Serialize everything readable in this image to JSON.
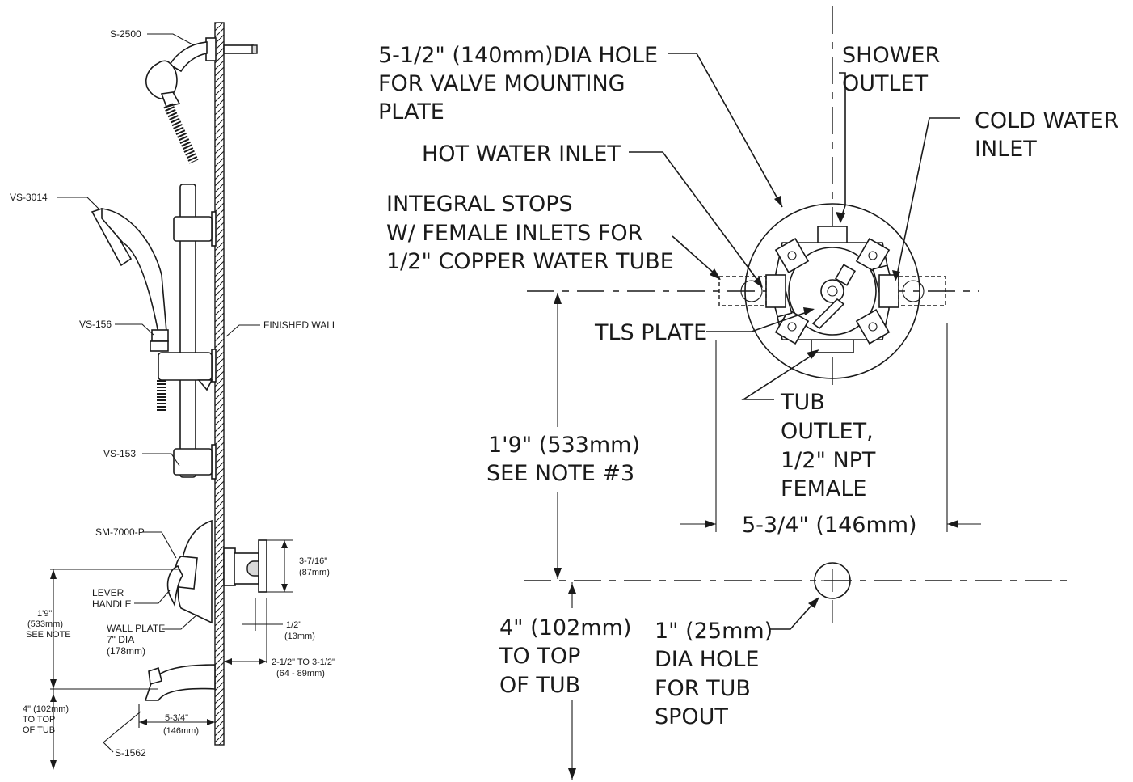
{
  "left_diagram": {
    "s2500": "S-2500",
    "vs3014": "VS-3014",
    "vs156": "VS-156",
    "finished_wall": "FINISHED WALL",
    "vs153": "VS-153",
    "sm7000p": "SM-7000-P",
    "lever_handle": [
      "LEVER",
      "HANDLE"
    ],
    "wall_plate": [
      "WALL PLATE",
      "7\" DIA",
      "(178mm)"
    ],
    "dim_1_9": [
      "1'9\"",
      "(533mm)",
      "SEE NOTE"
    ],
    "dim_4": [
      "4\" (102mm)",
      "TO TOP",
      "OF TUB"
    ],
    "dim_3_7_16": [
      "3-7/16\"",
      "(87mm)"
    ],
    "dim_1_2": [
      "1/2\"",
      "(13mm)"
    ],
    "dim_2_1_2": [
      "2-1/2\" TO 3-1/2\"",
      "(64 - 89mm)"
    ],
    "dim_5_3_4": [
      "5-3/4\"",
      "(146mm)"
    ],
    "s1562": "S-1562"
  },
  "right_diagram": {
    "valve_hole": [
      "5-1/2\" (140mm)DIA HOLE",
      "FOR VALVE MOUNTING",
      "PLATE"
    ],
    "shower_outlet": [
      "SHOWER",
      "OUTLET"
    ],
    "cold_inlet": [
      "COLD WATER",
      "INLET"
    ],
    "hot_inlet": "HOT WATER INLET",
    "integral_stops": [
      "INTEGRAL STOPS",
      "W/ FEMALE INLETS FOR",
      "1/2\" COPPER WATER TUBE"
    ],
    "tls_plate": "TLS PLATE",
    "tub_outlet": [
      "TUB",
      "OUTLET,",
      "1/2\" NPT",
      "FEMALE"
    ],
    "dim_1_9": [
      "1'9\" (533mm)",
      "SEE NOTE #3"
    ],
    "dim_5_3_4": "5-3/4\" (146mm)",
    "dim_4": [
      "4\" (102mm)",
      "TO TOP",
      "OF TUB"
    ],
    "spout_hole": [
      "1\" (25mm)",
      "DIA HOLE",
      "FOR TUB",
      "SPOUT"
    ]
  }
}
